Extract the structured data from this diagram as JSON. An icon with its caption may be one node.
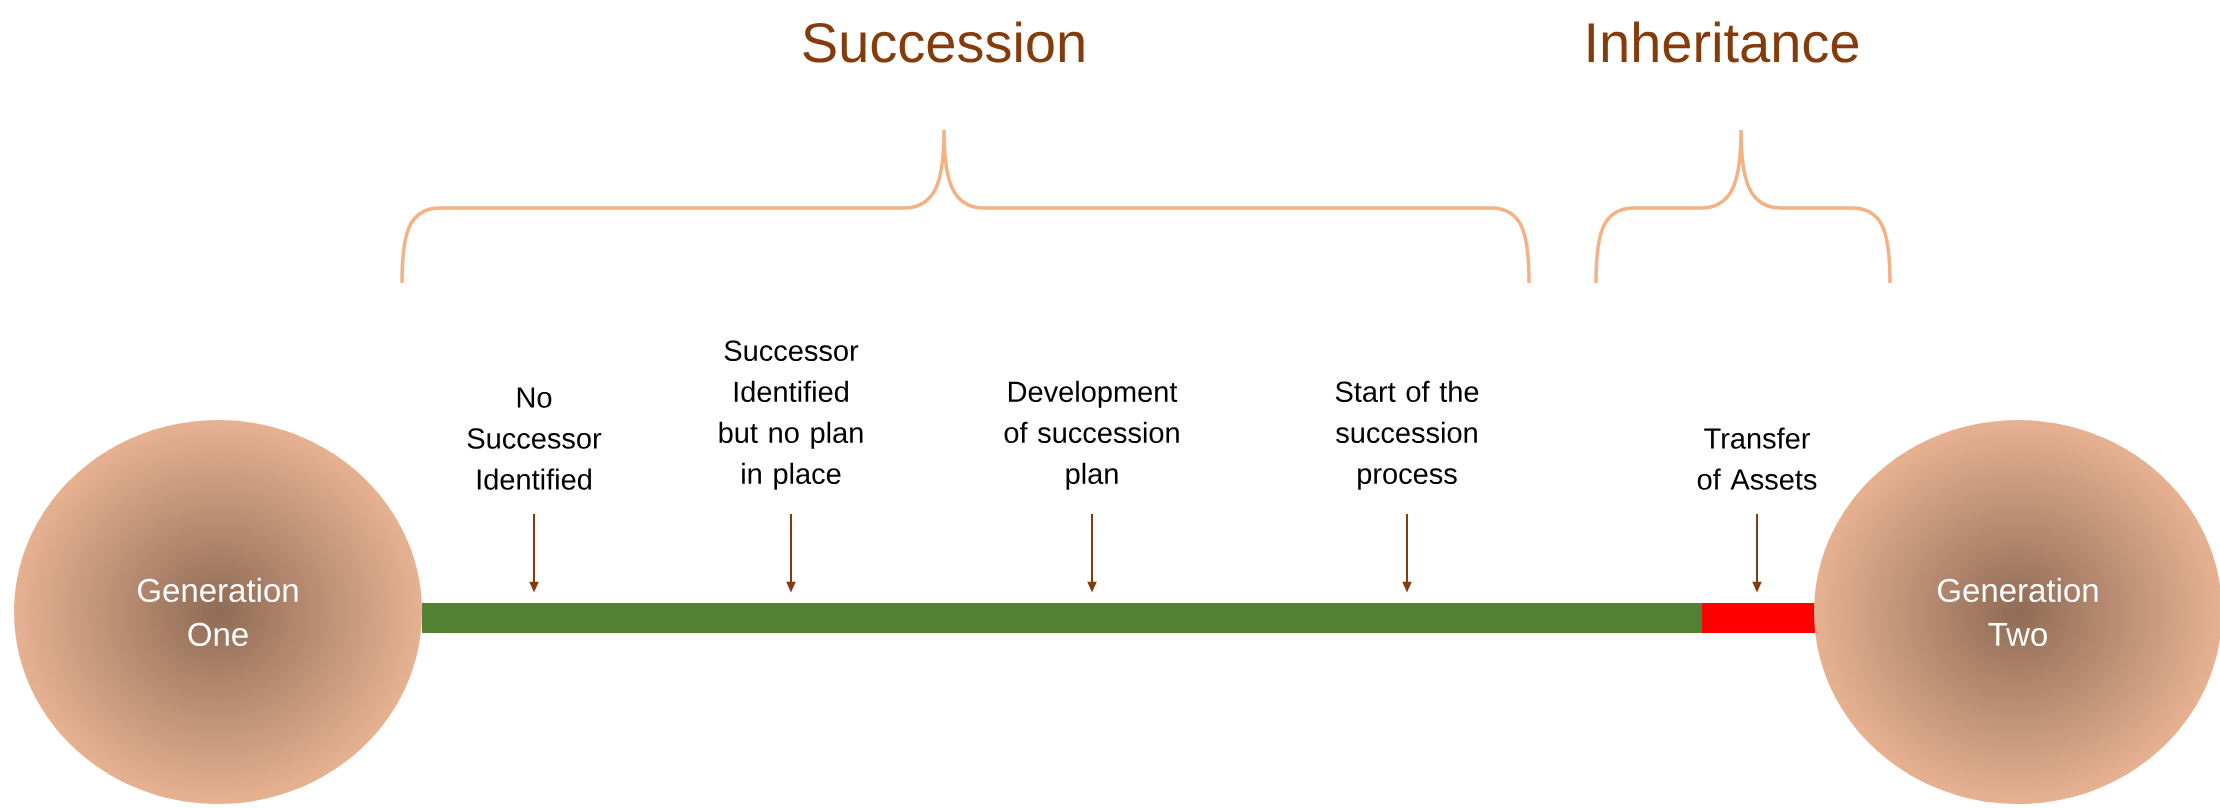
{
  "diagram": {
    "nodes": [
      {
        "text": [
          "Generation One"
        ]
      },
      {
        "text": [
          "No Successor Identified"
        ]
      },
      {
        "text": [
          "Successor Identified but no plan in place"
        ]
      },
      {
        "text": [
          "Development of succession plan"
        ]
      },
      {
        "text": [
          "Start of the succession process"
        ]
      },
      {
        "text": [
          "Transfer of Assets"
        ]
      },
      {
        "text": [
          "Generation Two"
        ]
      },
      {
        "text": [],
        "shape": "bar"
      },
      {
        "text": [],
        "shape": "bar"
      }
    ],
    "edges": [
      {
        "from": 1,
        "to": 7,
        "arrow": "to"
      },
      {
        "from": 2,
        "to": 7,
        "arrow": "to"
      },
      {
        "from": 3,
        "to": 7,
        "arrow": "to"
      },
      {
        "from": 4,
        "to": 7,
        "arrow": "to"
      },
      {
        "from": 5,
        "to": 8,
        "arrow": "to"
      }
    ],
    "labels": [
      "Succession",
      "Inheritance"
    ]
  }
}
